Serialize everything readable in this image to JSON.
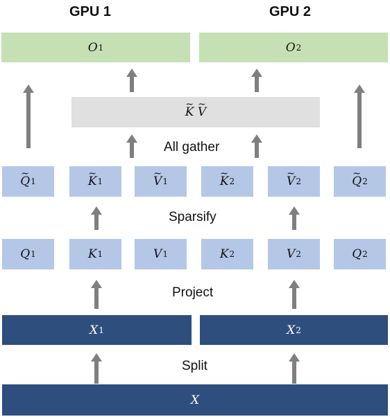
{
  "headers": {
    "gpu1": "GPU 1",
    "gpu2": "GPU 2"
  },
  "stages": {
    "all_gather": "All gather",
    "sparsify": "Sparsify",
    "project": "Project",
    "split": "Split"
  },
  "outputs": [
    {
      "base": "O",
      "sub": "1"
    },
    {
      "base": "O",
      "sub": "2"
    }
  ],
  "gathered": {
    "k": "K",
    "v": "V"
  },
  "sparse_row": [
    {
      "base": "Q",
      "sub": "1"
    },
    {
      "base": "K",
      "sub": "1"
    },
    {
      "base": "V",
      "sub": "1"
    },
    {
      "base": "K",
      "sub": "2"
    },
    {
      "base": "V",
      "sub": "2"
    },
    {
      "base": "Q",
      "sub": "2"
    }
  ],
  "projected_row": [
    {
      "base": "Q",
      "sub": "1"
    },
    {
      "base": "K",
      "sub": "1"
    },
    {
      "base": "V",
      "sub": "1"
    },
    {
      "base": "K",
      "sub": "2"
    },
    {
      "base": "V",
      "sub": "2"
    },
    {
      "base": "Q",
      "sub": "2"
    }
  ],
  "split_row": [
    {
      "base": "X",
      "sub": "1"
    },
    {
      "base": "X",
      "sub": "2"
    }
  ],
  "input": {
    "base": "X"
  },
  "colors": {
    "output_green": "#c5e0b4",
    "gather_gray": "#e0e0e0",
    "token_blue": "#b4c7e7",
    "input_navy": "#2e4f7d",
    "arrow_gray": "#7f7f7f"
  }
}
